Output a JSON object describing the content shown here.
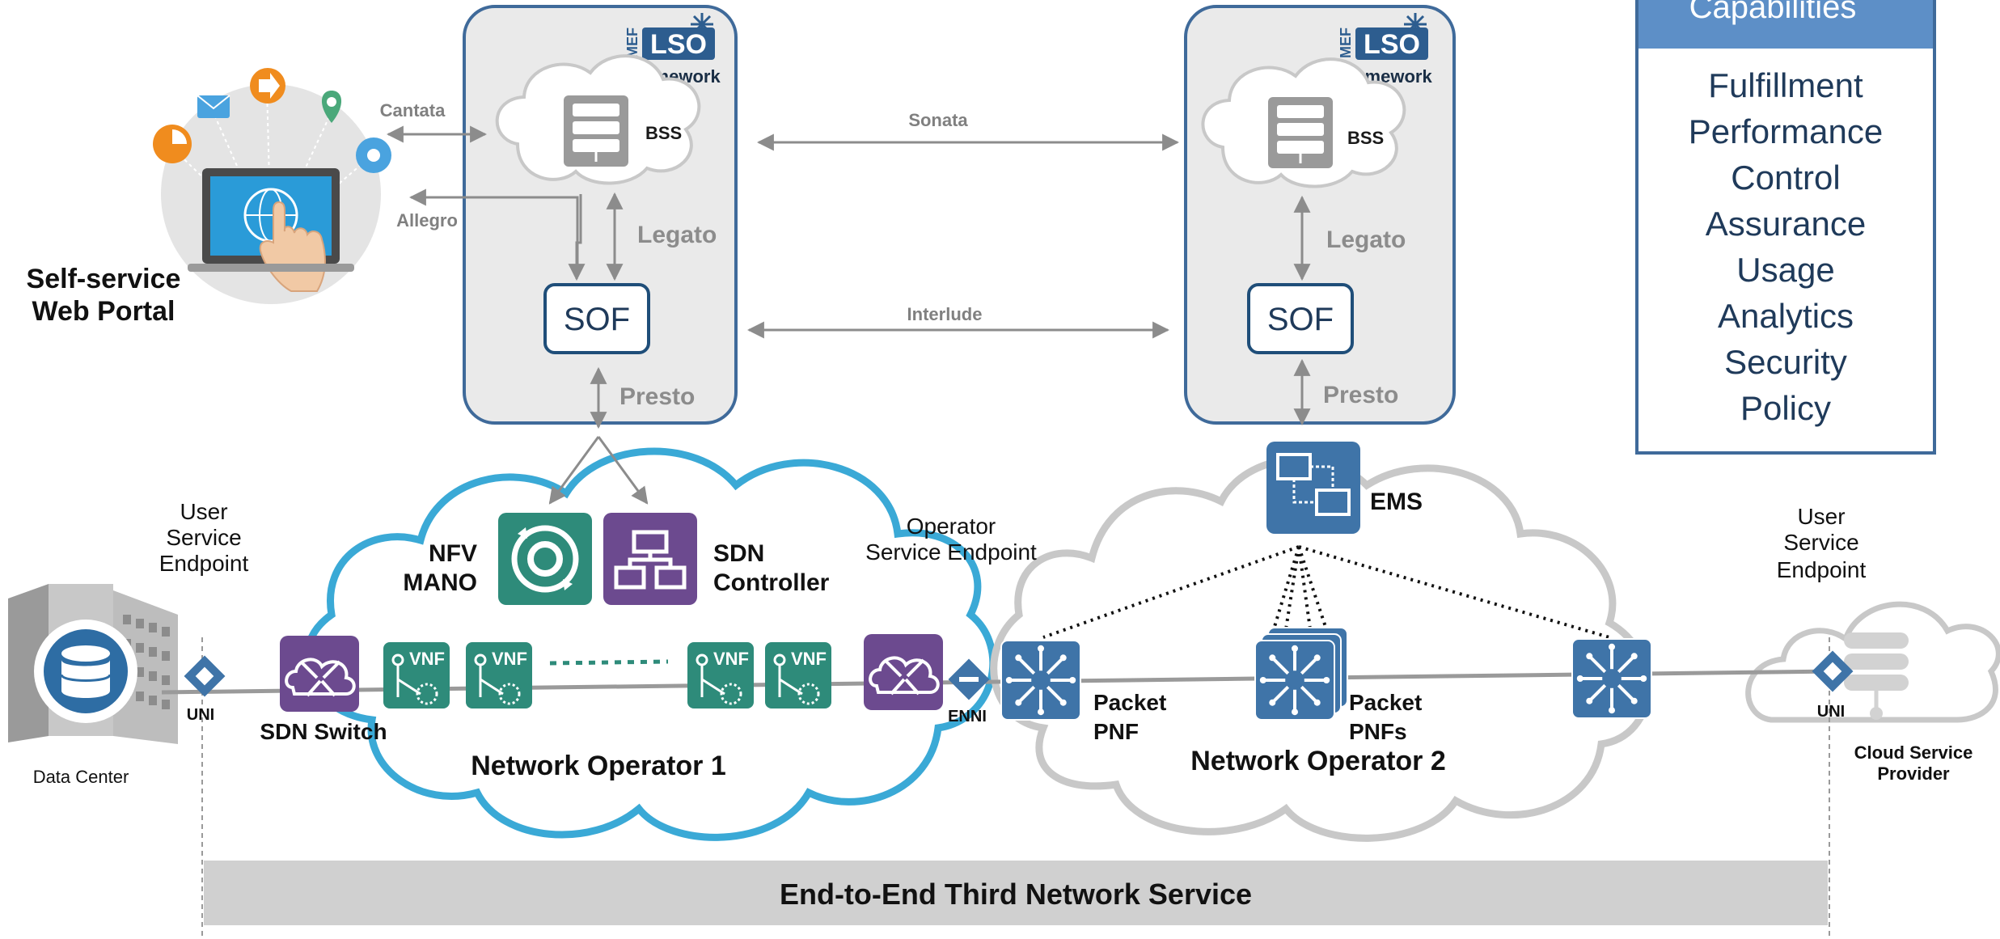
{
  "colors": {
    "panel_fill": "#eaeaea",
    "panel_border": "#3f6a9a",
    "arrow": "#8c8c8c",
    "cloud1_border": "#3aa9d6",
    "cloud2_border": "#c8c8c8",
    "teal": "#2e8b7a",
    "purple": "#6c4a8f",
    "steel_blue": "#3f74a8",
    "cap_header": "#5d8fc7",
    "service_bar": "#d0d0d0"
  },
  "left_panel": {
    "logo_mef": "MEF",
    "logo_lso": "LSO",
    "framework": "Framework",
    "bss": "BSS",
    "legato": "Legato",
    "sof": "SOF",
    "presto": "Presto"
  },
  "right_panel": {
    "logo_mef": "MEF",
    "logo_lso": "LSO",
    "framework": "Framework",
    "bss": "BSS",
    "legato": "Legato",
    "sof": "SOF",
    "presto": "Presto"
  },
  "interfaces": {
    "cantata": "Cantata",
    "allegro": "Allegro",
    "sonata": "Sonata",
    "interlude": "Interlude"
  },
  "portal": {
    "line1": "Self-service",
    "line2": "Web Portal"
  },
  "capabilities": {
    "header": "Capabilities",
    "items": [
      "Fulfillment",
      "Performance",
      "Control",
      "Assurance",
      "Usage",
      "Analytics",
      "Security",
      "Policy"
    ]
  },
  "operator1": {
    "nfv_line1": "NFV",
    "nfv_line2": "MANO",
    "sdn_line1": "SDN",
    "sdn_line2": "Controller",
    "vnf": "VNF",
    "sdn_switch": "SDN Switch",
    "name": "Network Operator 1"
  },
  "operator2": {
    "ems": "EMS",
    "pnf_line1": "Packet",
    "pnf_line2": "PNF",
    "pnfs_line1": "Packet",
    "pnfs_line2": "PNFs",
    "name": "Network Operator 2"
  },
  "endpoints": {
    "user_left": [
      "User",
      "Service",
      "Endpoint"
    ],
    "operator": [
      "Operator",
      "Service Endpoint"
    ],
    "user_right": [
      "User",
      "Service",
      "Endpoint"
    ],
    "uni_left": "UNI",
    "enni": "ENNI",
    "uni_right": "UNI"
  },
  "data_center": "Data Center",
  "cloud_provider": {
    "line1": "Cloud Service",
    "line2": "Provider"
  },
  "service_bar": "End-to-End Third Network Service"
}
